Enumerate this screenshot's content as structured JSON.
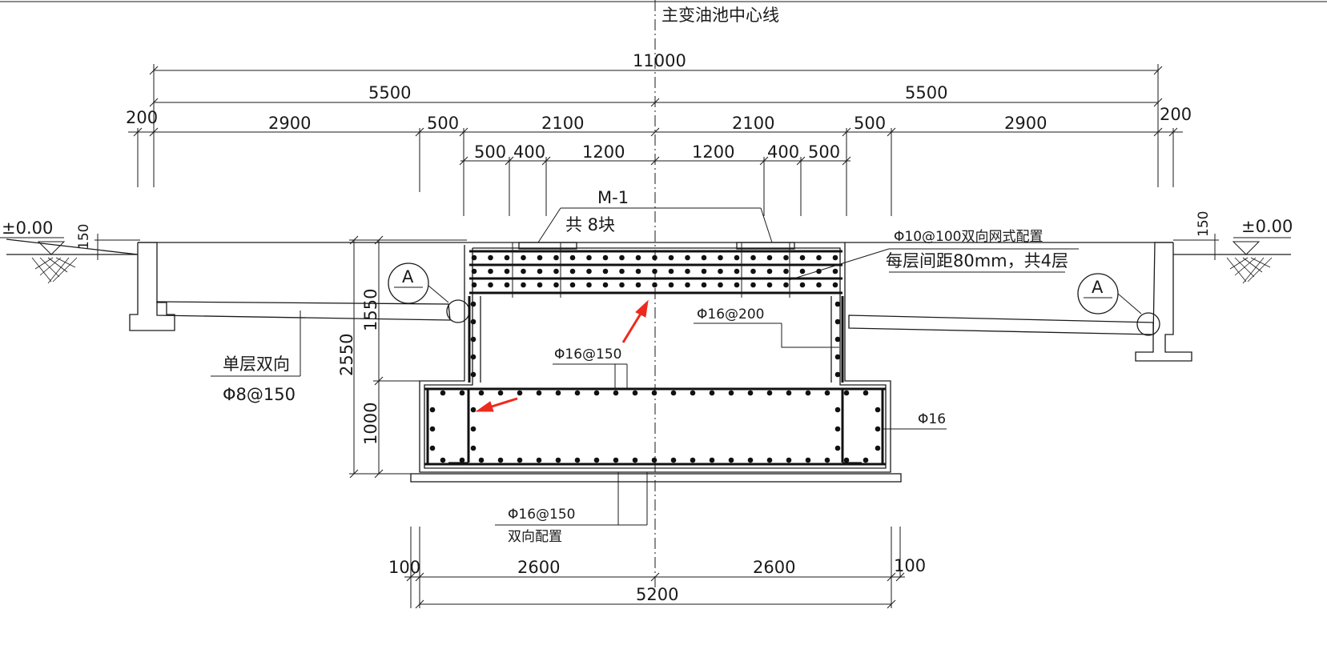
{
  "centerline_label": "主变油池中心线",
  "grade_label": "±0.00",
  "grade_dim": "150",
  "top_dims": {
    "total": "11000",
    "half": "5500",
    "edge": "200",
    "wall_zone": "2900",
    "step": "500",
    "inner": "2100",
    "grille_a": "500",
    "grille_b": "400",
    "grille_c": "1200"
  },
  "height_dims": {
    "total": "2550",
    "upper": "1550",
    "lower": "1000"
  },
  "bottom_dims": {
    "margin": "100",
    "half": "2600",
    "total": "5200"
  },
  "labels": {
    "grille_name": "M-1",
    "grille_count": "共 8块",
    "mesh_rebar": "Φ10@100双向网式配置",
    "mesh_spacing": "每层间距80mm，共4层",
    "wall_rebar": "Φ16@200",
    "side_rebar": "Φ16@150",
    "pipe_label_1": "单层双向",
    "pipe_label_2": "Φ8@150",
    "bottom_corner_rebar": "Φ16",
    "base_rebar_1": "Φ16@150",
    "base_rebar_2": "双向配置",
    "section_mark": "A"
  },
  "accent_color": "#ee2a1c"
}
